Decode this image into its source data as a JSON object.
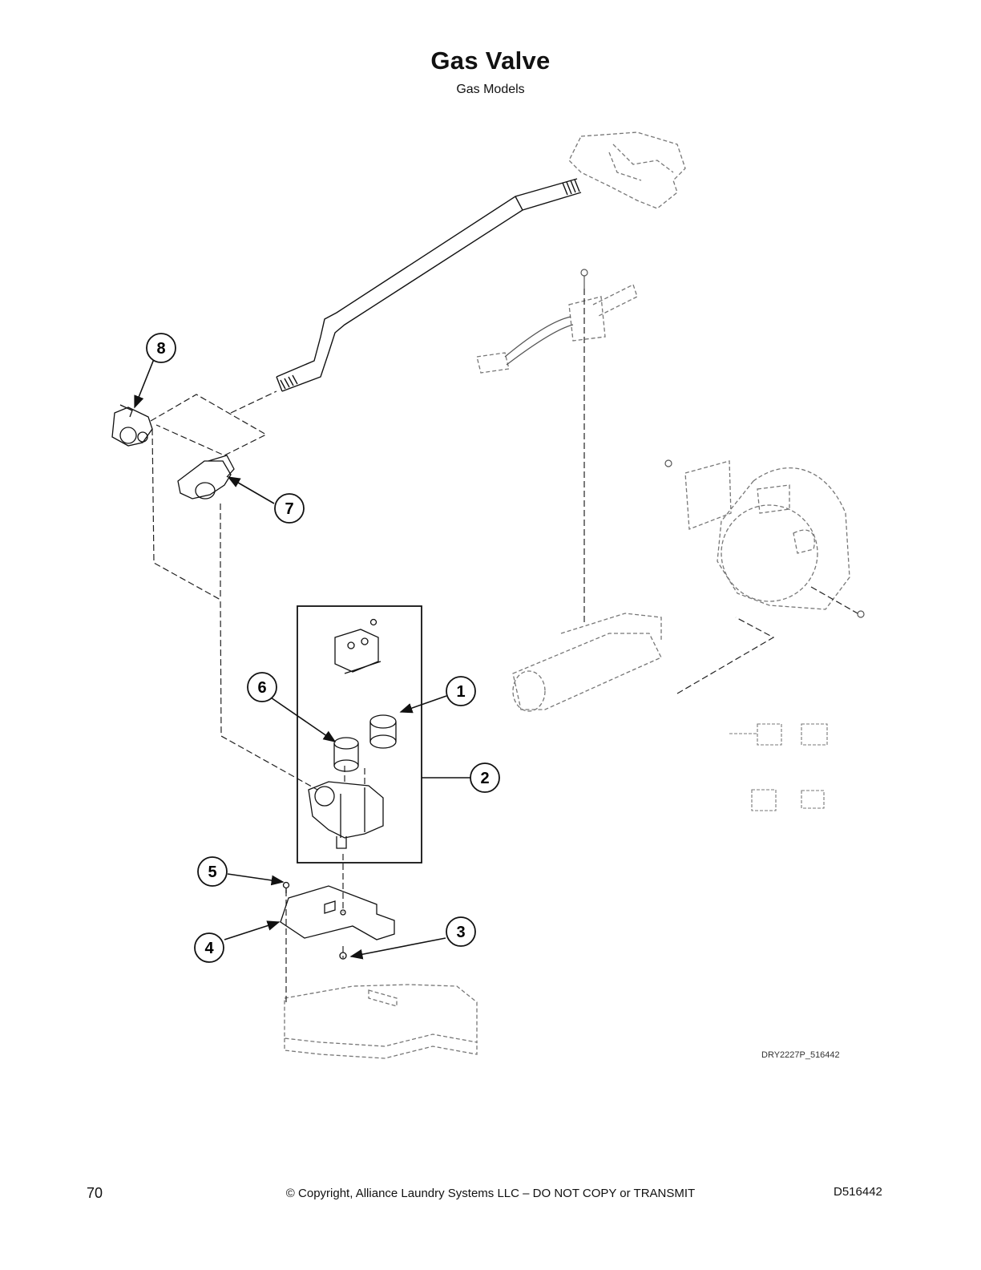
{
  "header": {
    "title": "Gas Valve",
    "subtitle": "Gas Models"
  },
  "callouts": [
    {
      "label": "1"
    },
    {
      "label": "2"
    },
    {
      "label": "3"
    },
    {
      "label": "4"
    },
    {
      "label": "5"
    },
    {
      "label": "6"
    },
    {
      "label": "7"
    },
    {
      "label": "8"
    }
  ],
  "drawing_id": "DRY2227P_516442",
  "footer": {
    "page_number": "70",
    "copyright": "© Copyright, Alliance Laundry Systems LLC – DO NOT COPY or TRANSMIT",
    "doc_number": "D516442"
  },
  "colors": {
    "ink": "#111111",
    "ghost": "#777777",
    "background": "#ffffff"
  }
}
